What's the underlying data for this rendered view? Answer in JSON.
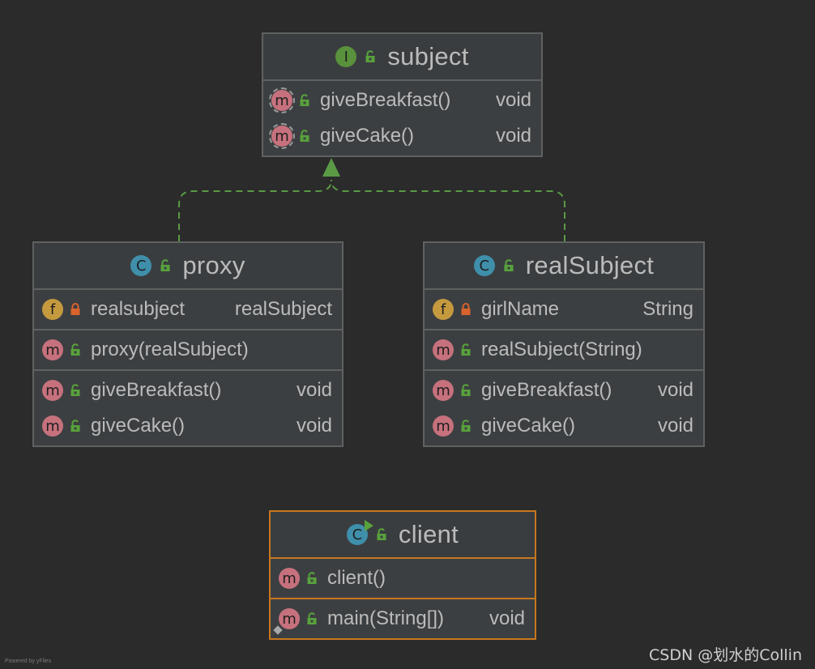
{
  "nodes": {
    "subject": {
      "title": "subject",
      "kind": "I",
      "sections": [
        [
          {
            "kind": "m",
            "name": "giveBreakfast()",
            "type": "void"
          },
          {
            "kind": "m",
            "name": "giveCake()",
            "type": "void"
          }
        ]
      ]
    },
    "proxy": {
      "title": "proxy",
      "kind": "C",
      "sections": [
        [
          {
            "kind": "f",
            "name": "realsubject",
            "type": "realSubject"
          }
        ],
        [
          {
            "kind": "m",
            "name": "proxy(realSubject)",
            "type": ""
          }
        ],
        [
          {
            "kind": "m",
            "name": "giveBreakfast()",
            "type": "void"
          },
          {
            "kind": "m",
            "name": "giveCake()",
            "type": "void"
          }
        ]
      ]
    },
    "realSubject": {
      "title": "realSubject",
      "kind": "C",
      "sections": [
        [
          {
            "kind": "f",
            "name": "girlName",
            "type": "String"
          }
        ],
        [
          {
            "kind": "m",
            "name": "realSubject(String)",
            "type": ""
          }
        ],
        [
          {
            "kind": "m",
            "name": "giveBreakfast()",
            "type": "void"
          },
          {
            "kind": "m",
            "name": "giveCake()",
            "type": "void"
          }
        ]
      ]
    },
    "client": {
      "title": "client",
      "kind": "C",
      "sections": [
        [
          {
            "kind": "m",
            "name": "client()",
            "type": ""
          }
        ],
        [
          {
            "kind": "m",
            "name": "main(String[])",
            "type": "void"
          }
        ]
      ]
    }
  },
  "relations": [
    {
      "from": "proxy",
      "to": "subject",
      "type": "implements"
    },
    {
      "from": "realSubject",
      "to": "subject",
      "type": "implements"
    }
  ],
  "colors": {
    "background": "#2b2b2b",
    "node_fill": "#3c3f41",
    "node_border": "#5f6161",
    "selected_border": "#c8771e",
    "edge": "#5a9a45",
    "method_icon": "#c6717d",
    "field_icon": "#c59a3e",
    "class_icon": "#3f8fab",
    "interface_icon": "#59913c",
    "public_lock": "#58a23c",
    "private_lock": "#d9632d"
  },
  "footer": {
    "powered_by": "Powered by yFiles",
    "watermark": "CSDN @划水的Collin"
  }
}
